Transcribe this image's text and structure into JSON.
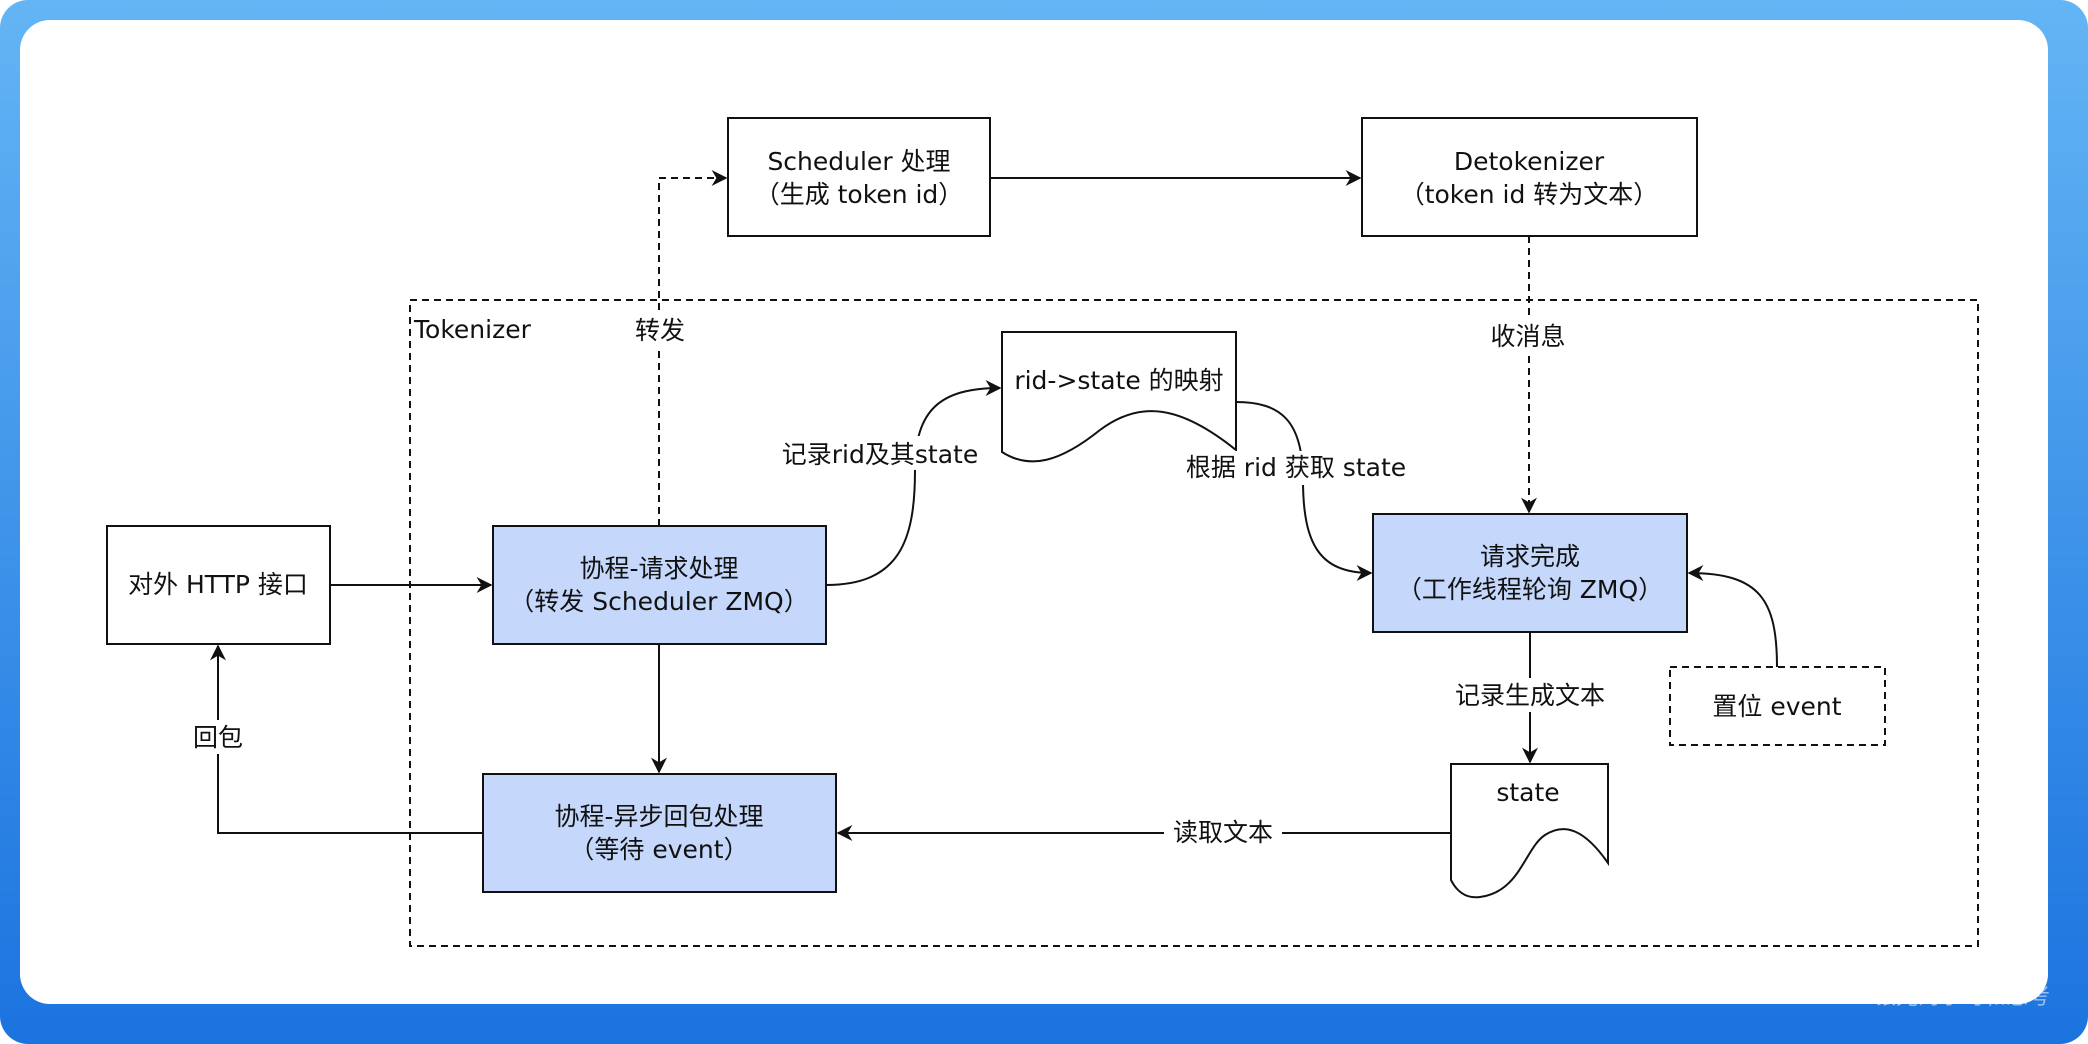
{
  "colors": {
    "frame_top": "#63b5f4",
    "frame_bottom": "#1b73df",
    "canvas": "#ffffff",
    "node_fill_blue": "#c5d8fb",
    "node_stroke": "#111111"
  },
  "labels": {
    "tokenizer_group": "Tokenizer",
    "scheduler_line1": "Scheduler 处理",
    "scheduler_line2": "（生成 token id）",
    "detok_line1": "Detokenizer",
    "detok_line2": "（token id 转为文本）",
    "http": "对外 HTTP 接口",
    "req_line1": "协程-请求处理",
    "req_line2": "（转发 Scheduler ZMQ）",
    "async_line1": "协程-异步回包处理",
    "async_line2": "（等待 event）",
    "map_doc": "rid->state 的映射",
    "done_line1": "请求完成",
    "done_line2": "（工作线程轮询 ZMQ）",
    "state_doc": "state",
    "set_event": "置位 event",
    "edge_forward": "转发",
    "edge_recv": "收消息",
    "edge_record_rid": "记录rid及其state",
    "edge_get_state": "根据 rid 获取 state",
    "edge_record_text": "记录生成文本",
    "edge_read_text": "读取文本",
    "edge_reply": "回包",
    "watermark": "银光的学习和思考"
  }
}
